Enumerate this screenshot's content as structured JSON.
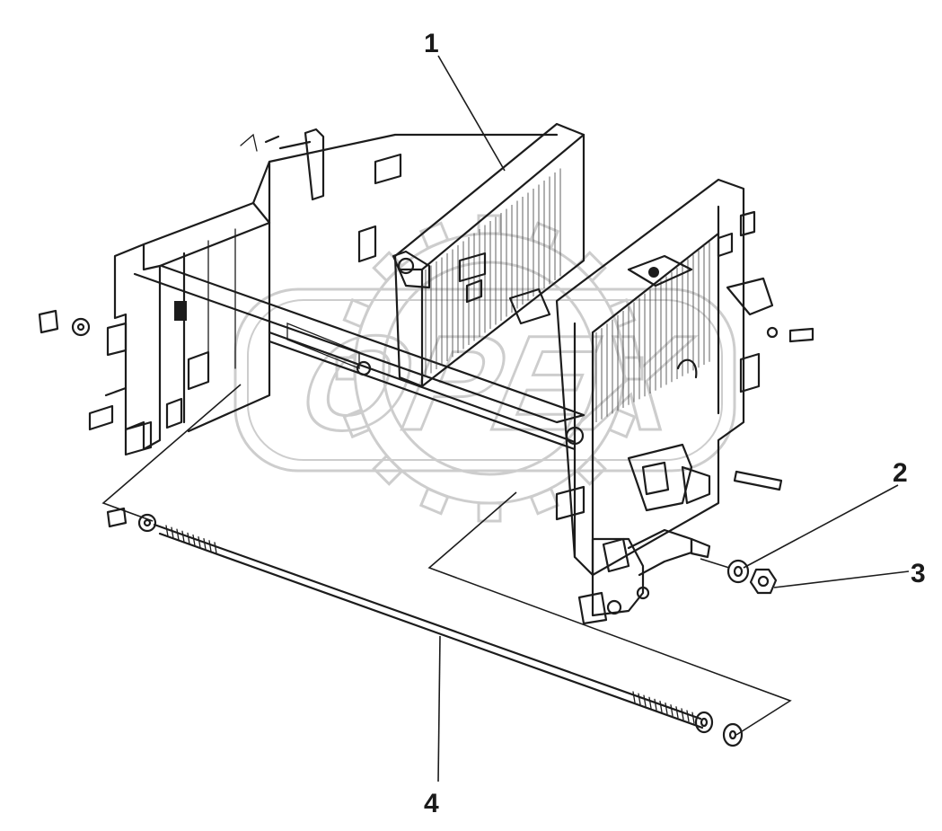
{
  "callouts": [
    {
      "id": "1",
      "label": "1"
    },
    {
      "id": "2",
      "label": "2"
    },
    {
      "id": "3",
      "label": "3"
    },
    {
      "id": "4",
      "label": "4"
    }
  ],
  "watermark": {
    "text": "OPEX",
    "color": "#c8c8c8"
  },
  "colors": {
    "ink": "#1c1c1c",
    "background": "#ffffff",
    "watermark": "#c8c8c8"
  }
}
